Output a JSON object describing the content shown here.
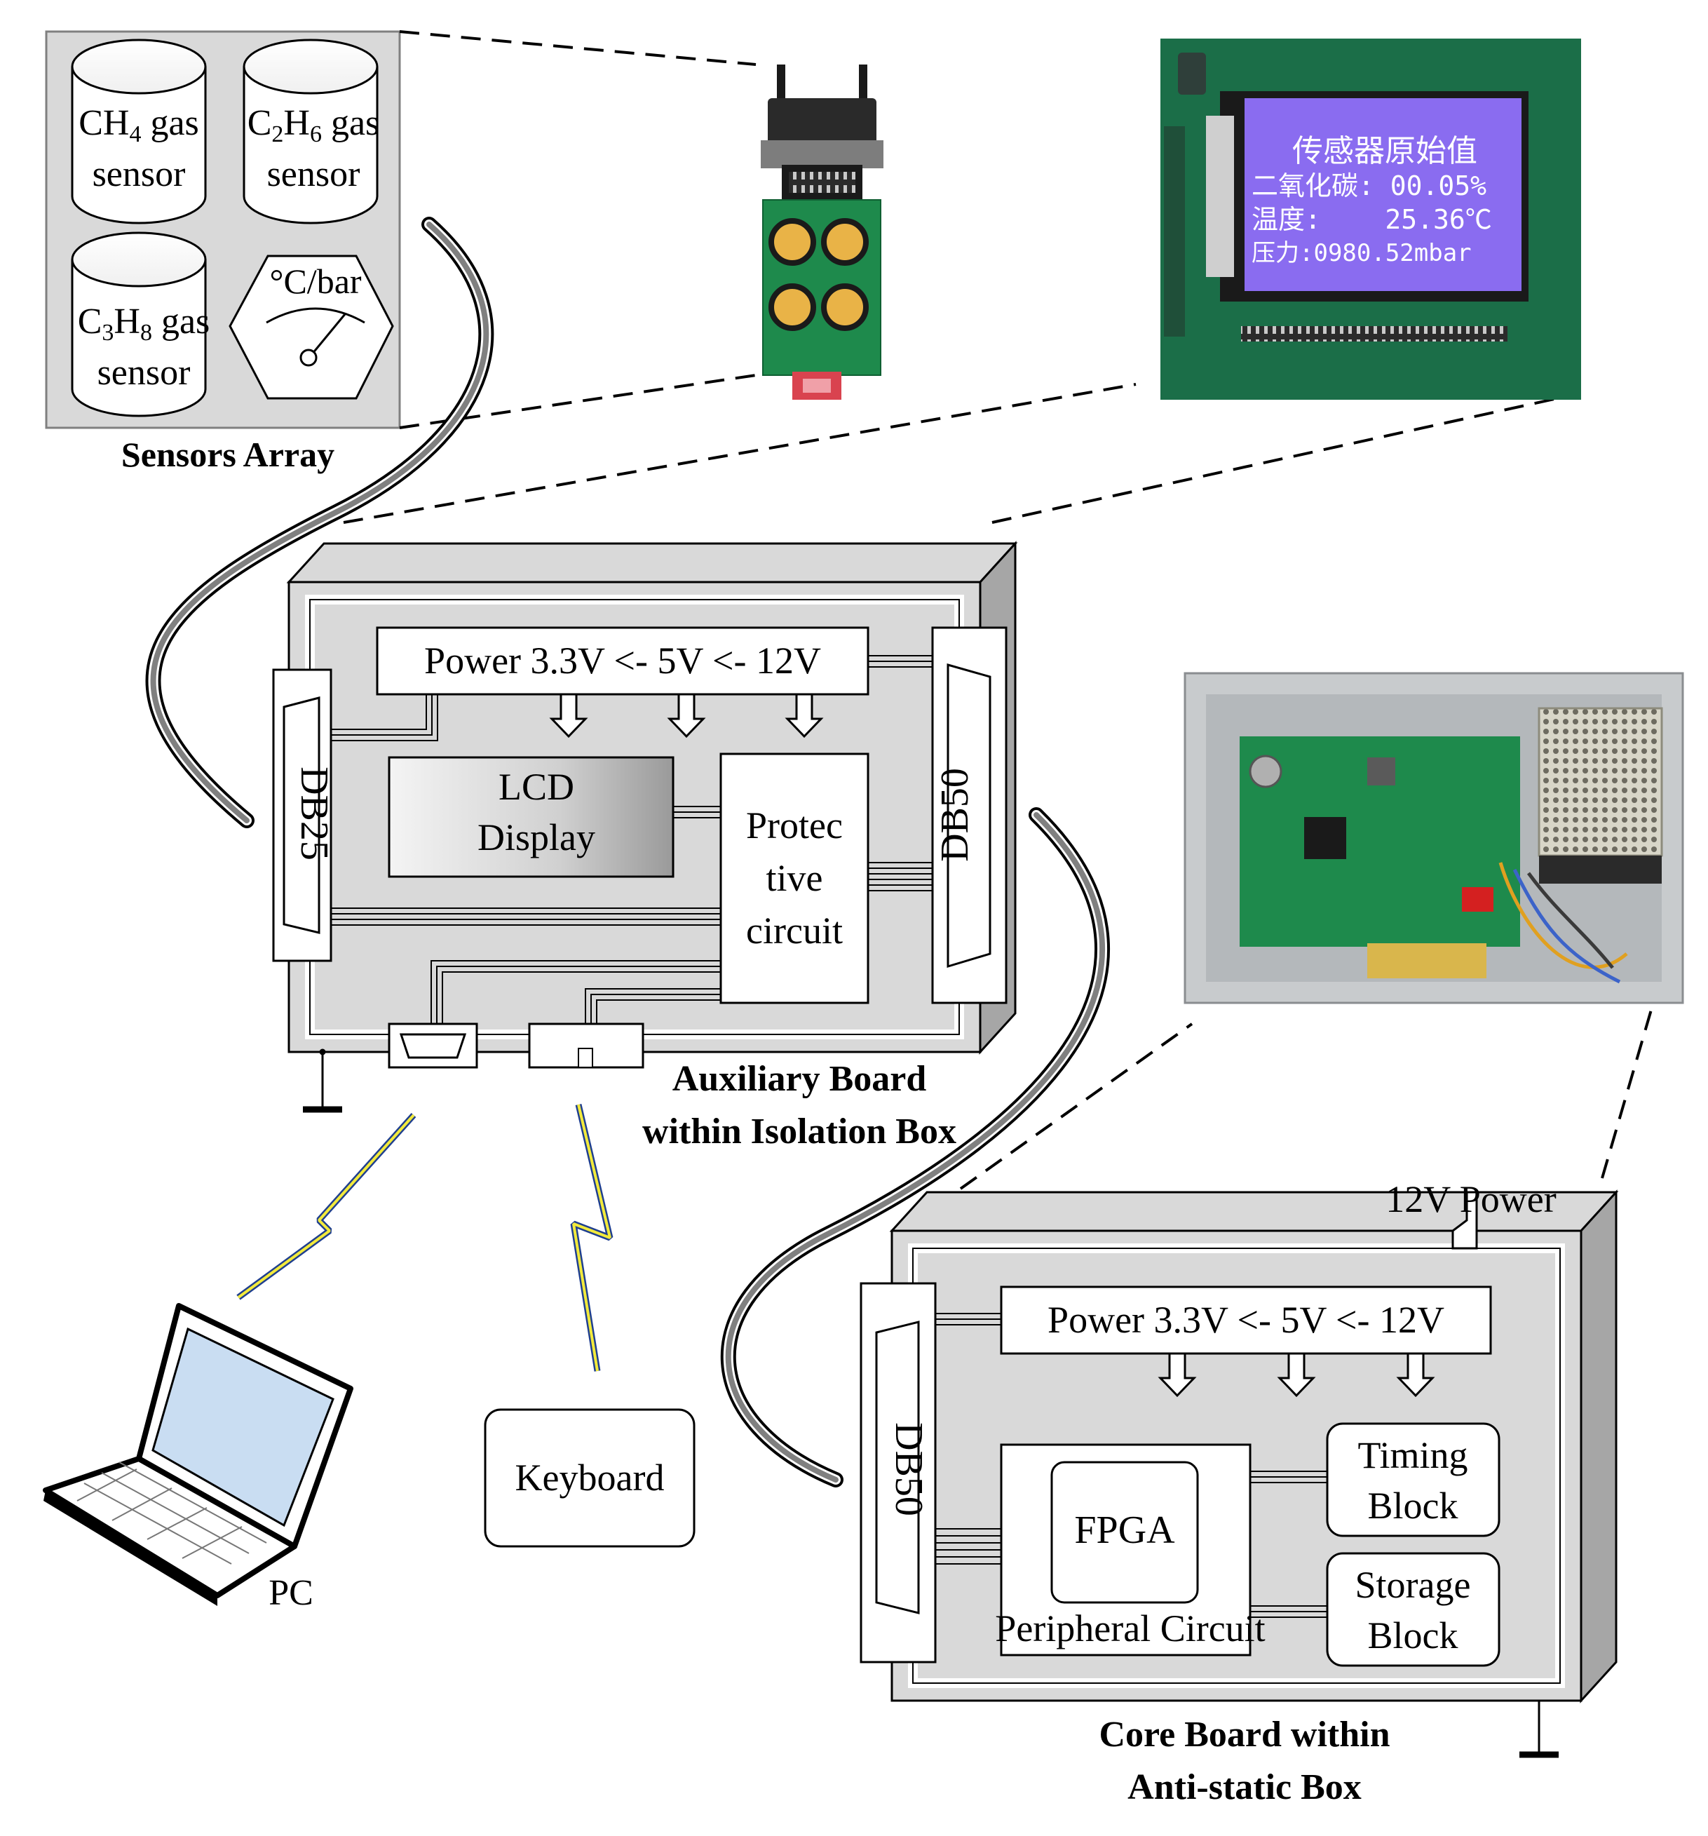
{
  "sensors_array": {
    "caption": "Sensors Array",
    "ch4": {
      "main": "CH",
      "sub": "4",
      "rest": " gas",
      "line2": "sensor"
    },
    "c2h6": {
      "c": "C",
      "sub1": "2",
      "h": "H",
      "sub2": "6",
      "rest": " gas",
      "line2": "sensor"
    },
    "c3h8": {
      "c": "C",
      "sub1": "3",
      "h": "H",
      "sub2": "8",
      "rest": " gas",
      "line2": "sensor"
    },
    "gauge": {
      "label": "°C/bar"
    }
  },
  "lcd_photo": {
    "line1": "传感器原始值",
    "line2": "二氧化碳: 00.05%",
    "line3": "温度:    25.36℃",
    "line4": "压力:0980.52mbar"
  },
  "auxiliary_board": {
    "power": "Power 3.3V <- 5V <- 12V",
    "db25": "DB25",
    "db50": "DB50",
    "lcd_line1": "LCD",
    "lcd_line2": "Display",
    "protective_line1": "Protec",
    "protective_line2": "tive",
    "protective_line3": "circuit",
    "caption_line1": "Auxiliary Board",
    "caption_line2": "within Isolation Box"
  },
  "core_board": {
    "power_input": "12V Power",
    "power": "Power 3.3V <- 5V <- 12V",
    "db50": "DB50",
    "fpga": "FPGA",
    "peripheral": "Peripheral Circuit",
    "timing_line1": "Timing",
    "timing_line2": "Block",
    "storage_line1": "Storage",
    "storage_line2": "Block",
    "caption_line1": "Core Board within",
    "caption_line2": "Anti-static Box"
  },
  "pc": {
    "label": "PC"
  },
  "keyboard": {
    "label": "Keyboard"
  },
  "colors": {
    "box_fill": "#d9d9d9",
    "box_side": "#a6a6a6",
    "cable": "#808080",
    "pcb_green": "#1e8a4c",
    "lcd_purple": "#8a6cf0",
    "lightning_yellow": "#f2ea3c",
    "lightning_blue": "#1f3f8f"
  }
}
